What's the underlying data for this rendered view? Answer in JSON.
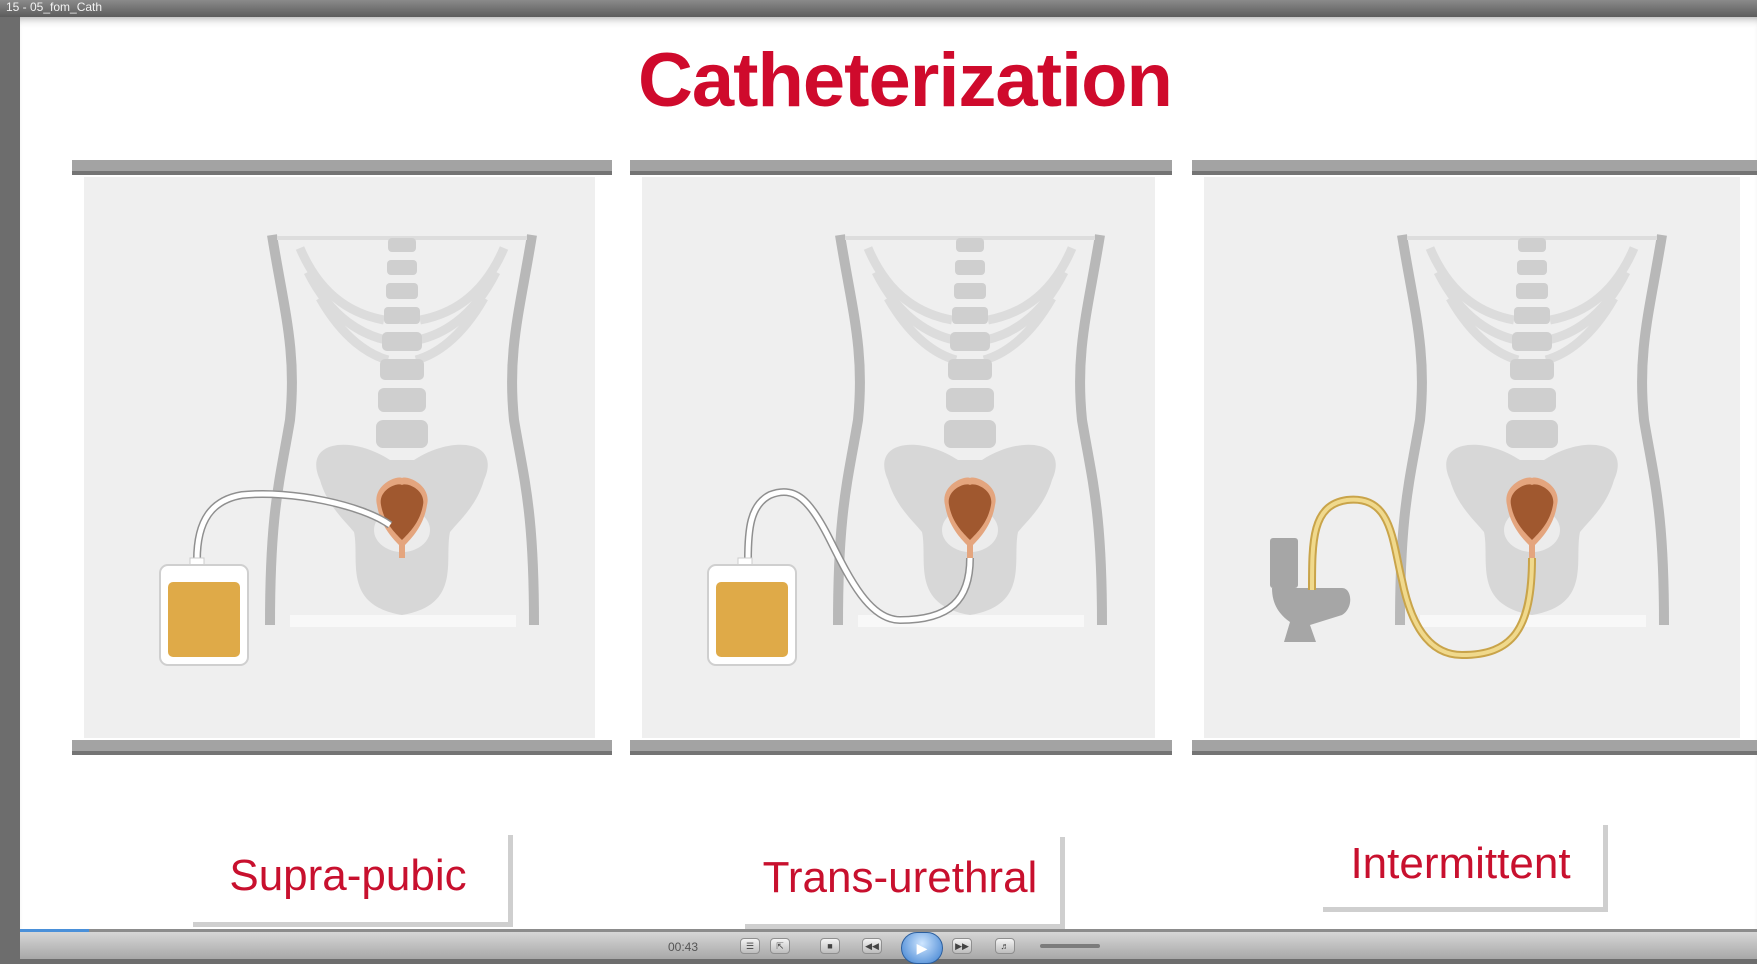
{
  "window": {
    "title": "15 - 05_fom_Cath"
  },
  "slide": {
    "title": "Catheterization",
    "panels": [
      {
        "label": "Supra-pubic"
      },
      {
        "label": "Trans-urethral"
      },
      {
        "label": "Intermittent"
      }
    ]
  },
  "player": {
    "time": "00:43",
    "progress_fraction": 0.04
  },
  "colors": {
    "title_red": "#cf0a2c",
    "bladder": "#a0582f",
    "urine_bag": "#dfaa48",
    "catheter_yellow": "#dfbf63",
    "progress_blue": "#4a90d9"
  },
  "icons": [
    "rewind-icon",
    "play-icon",
    "fast-forward-icon",
    "stop-icon",
    "volume-icon"
  ]
}
